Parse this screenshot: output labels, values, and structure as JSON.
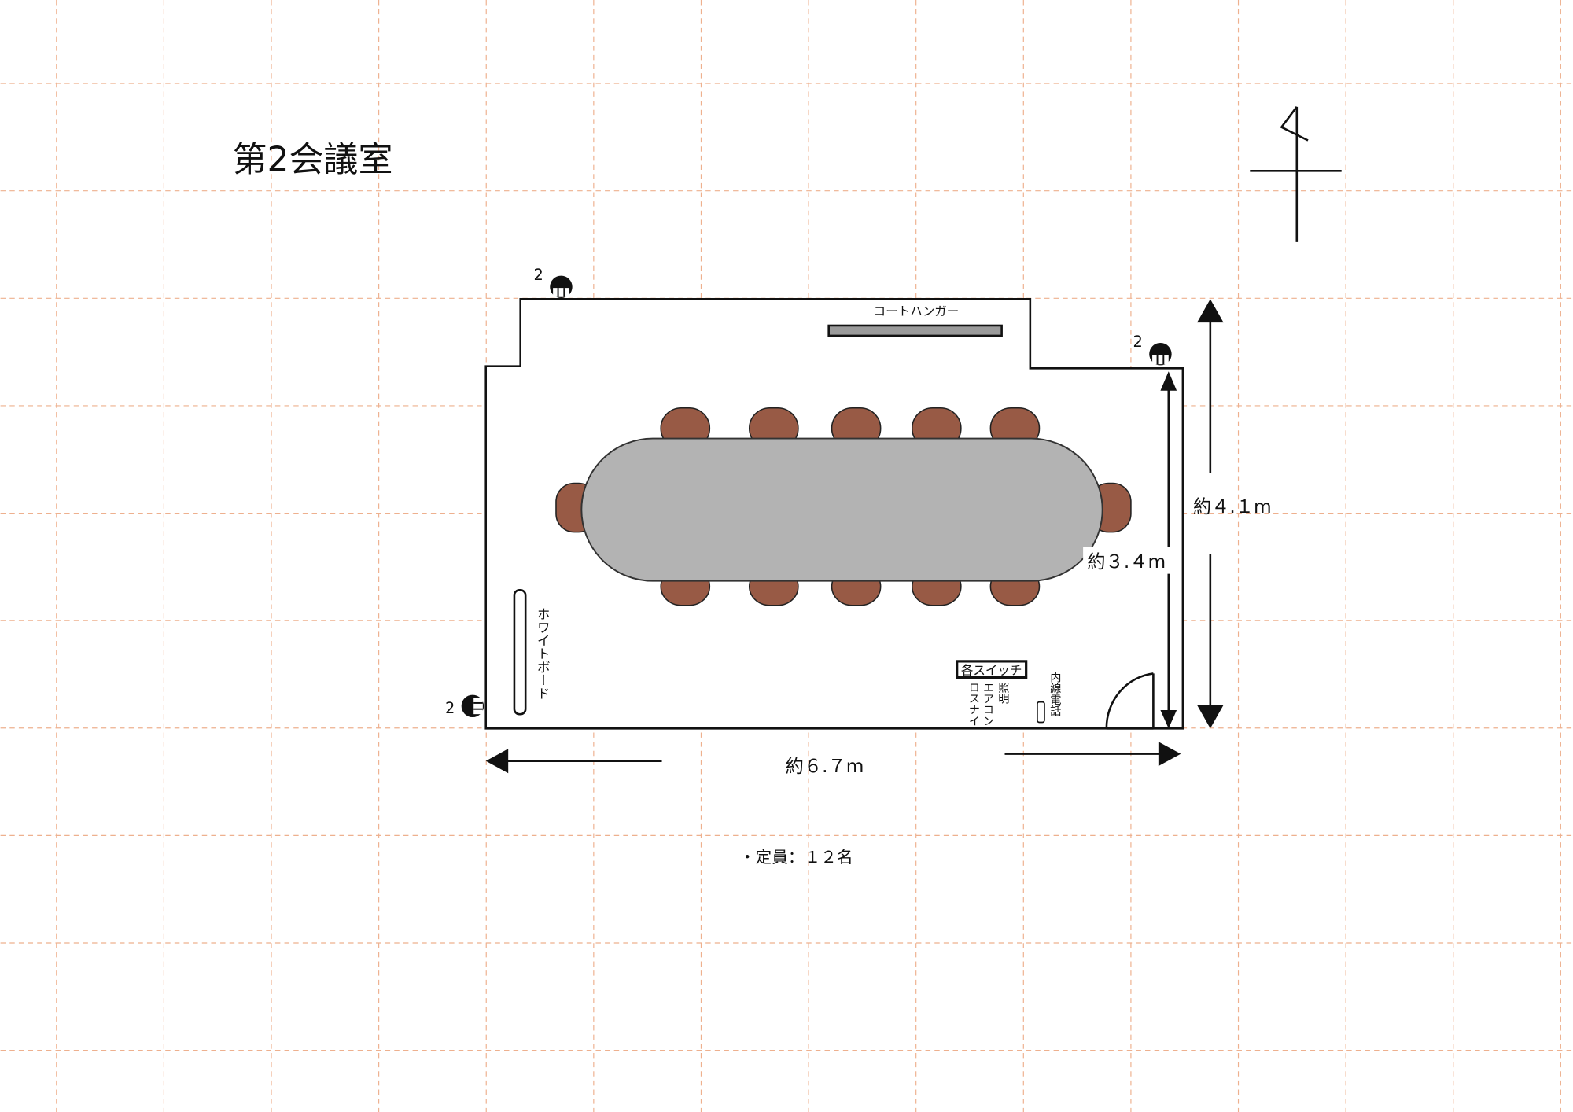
{
  "title": "第2会議室",
  "labels": {
    "coat_hanger": "コートハンガー",
    "whiteboard": "ホワイトボード",
    "switches": "各スイッチ",
    "switch_items": [
      "照明",
      "エアコン",
      "ロスナイ"
    ],
    "phone": "内線電話",
    "outlet_count": "2"
  },
  "dimensions": {
    "width": "約６.７m",
    "depth_outer": "約４.１m",
    "depth_inner": "約３.４m"
  },
  "capacity": "・定員：１２名",
  "colors": {
    "grid": "#eeb08e",
    "chair": "#985a45",
    "table": "#b3b3b3",
    "coat_hanger": "#9a9a9a"
  }
}
